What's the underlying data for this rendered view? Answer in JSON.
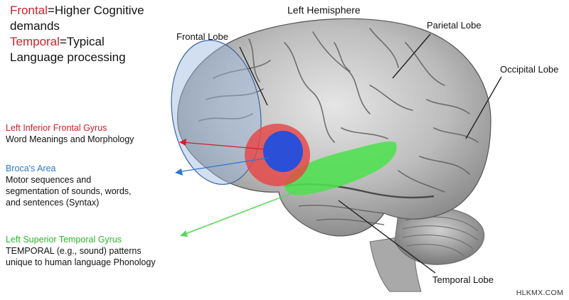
{
  "legend": {
    "frontal_word": "Frontal",
    "frontal_text": "=Higher Cognitive",
    "frontal_text2": "demands",
    "temporal_word": "Temporal",
    "temporal_text": "=Typical",
    "temporal_text2": "Language processing"
  },
  "title": "Left Hemisphere",
  "lobes": {
    "frontal": "Frontal Lobe",
    "parietal": "Parietal Lobe",
    "occipital": "Occipital Lobe",
    "temporal": "Temporal Lobe"
  },
  "annotations": {
    "lifg_title": "Left Inferior Frontal Gyrus",
    "lifg_desc": "Word Meanings and Morphology",
    "broca_title": "Broca's Area",
    "broca_desc1": "Motor sequences and",
    "broca_desc2": "segmentation of sounds, words,",
    "broca_desc3": "and sentences (Syntax)",
    "lstg_title": "Left Superior Temporal Gyrus",
    "lstg_desc1": "TEMPORAL (e.g., sound) patterns",
    "lstg_desc2": "unique to human language Phonology"
  },
  "watermark": "HLKMX.COM",
  "colors": {
    "red": "#d0202a",
    "blue": "#2a78d0",
    "green": "#2cb52c",
    "frontal_overlay": "#9cb8e0"
  }
}
